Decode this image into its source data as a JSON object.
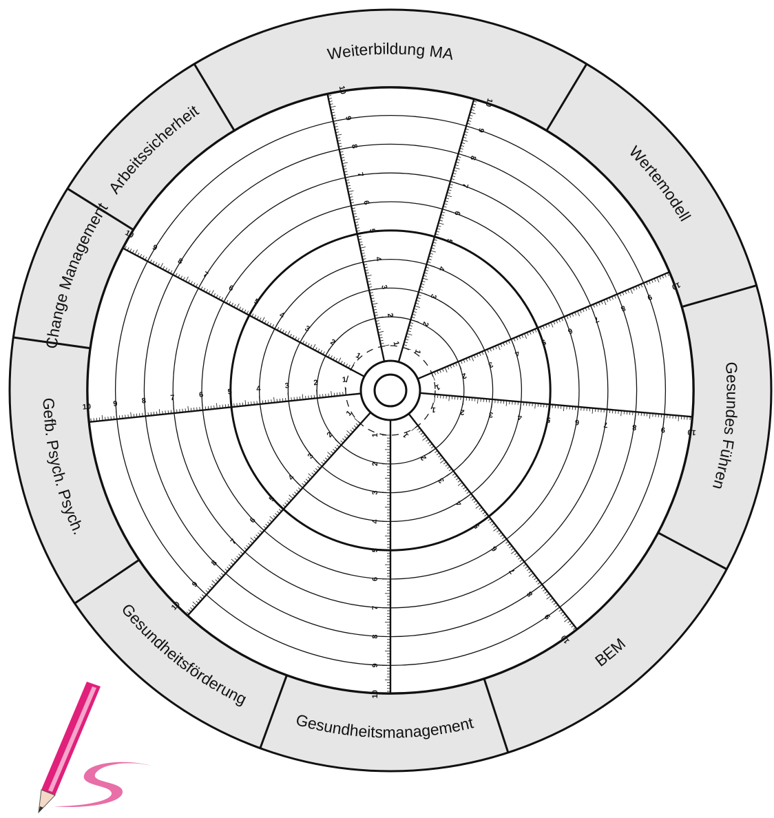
{
  "diagram": {
    "type": "radial-assessment-wheel",
    "segments": [
      {
        "label": "Weiterbildung MA"
      },
      {
        "label": "Wertemodell"
      },
      {
        "label": "Gesundes Führen"
      },
      {
        "label": "BEM"
      },
      {
        "label": "Gesundheitsmanagement"
      },
      {
        "label": "Gesundheitsförderung"
      },
      {
        "label": "Gefb. Psych. Psych."
      },
      {
        "label": "Change Management"
      },
      {
        "label": "Arbeitssicherheit"
      }
    ],
    "scale": {
      "min": 1,
      "max": 10,
      "ticks": [
        "1",
        "2",
        "3",
        "4",
        "5",
        "6",
        "7",
        "8",
        "9",
        "10"
      ],
      "emphasized_ring": 5
    },
    "colors": {
      "band_fill": "#e6e6e6",
      "line": "#111111",
      "background": "#ffffff",
      "logo_pencil": "#e0207a",
      "logo_swoosh": "#e86fa8"
    }
  },
  "logo": {
    "icon": "pencil-s-logo"
  }
}
